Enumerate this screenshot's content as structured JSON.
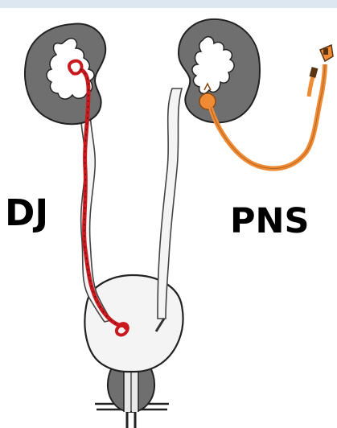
{
  "labels": {
    "left": "DJ",
    "right": "PNS"
  },
  "colors": {
    "background": "#ffffff",
    "top_strip": "#dde7f2",
    "kidney": "#6f6f6f",
    "renal_sinus": "#ffffff",
    "ureter": "#f4f4f4",
    "outline": "#222222",
    "dj_stent": "#c8191e",
    "pns_tube": "#ef8a35",
    "pns_connector": "#8a4a12"
  },
  "icons": {
    "left_kidney": "kidney",
    "right_kidney": "kidney",
    "left_ureter": "ureter",
    "right_ureter": "ureter",
    "bladder": "bladder",
    "prostate": "prostate",
    "urethra": "urethra",
    "dj_stent": "double-j-stent",
    "pns_tube": "nephrostomy-tube"
  }
}
